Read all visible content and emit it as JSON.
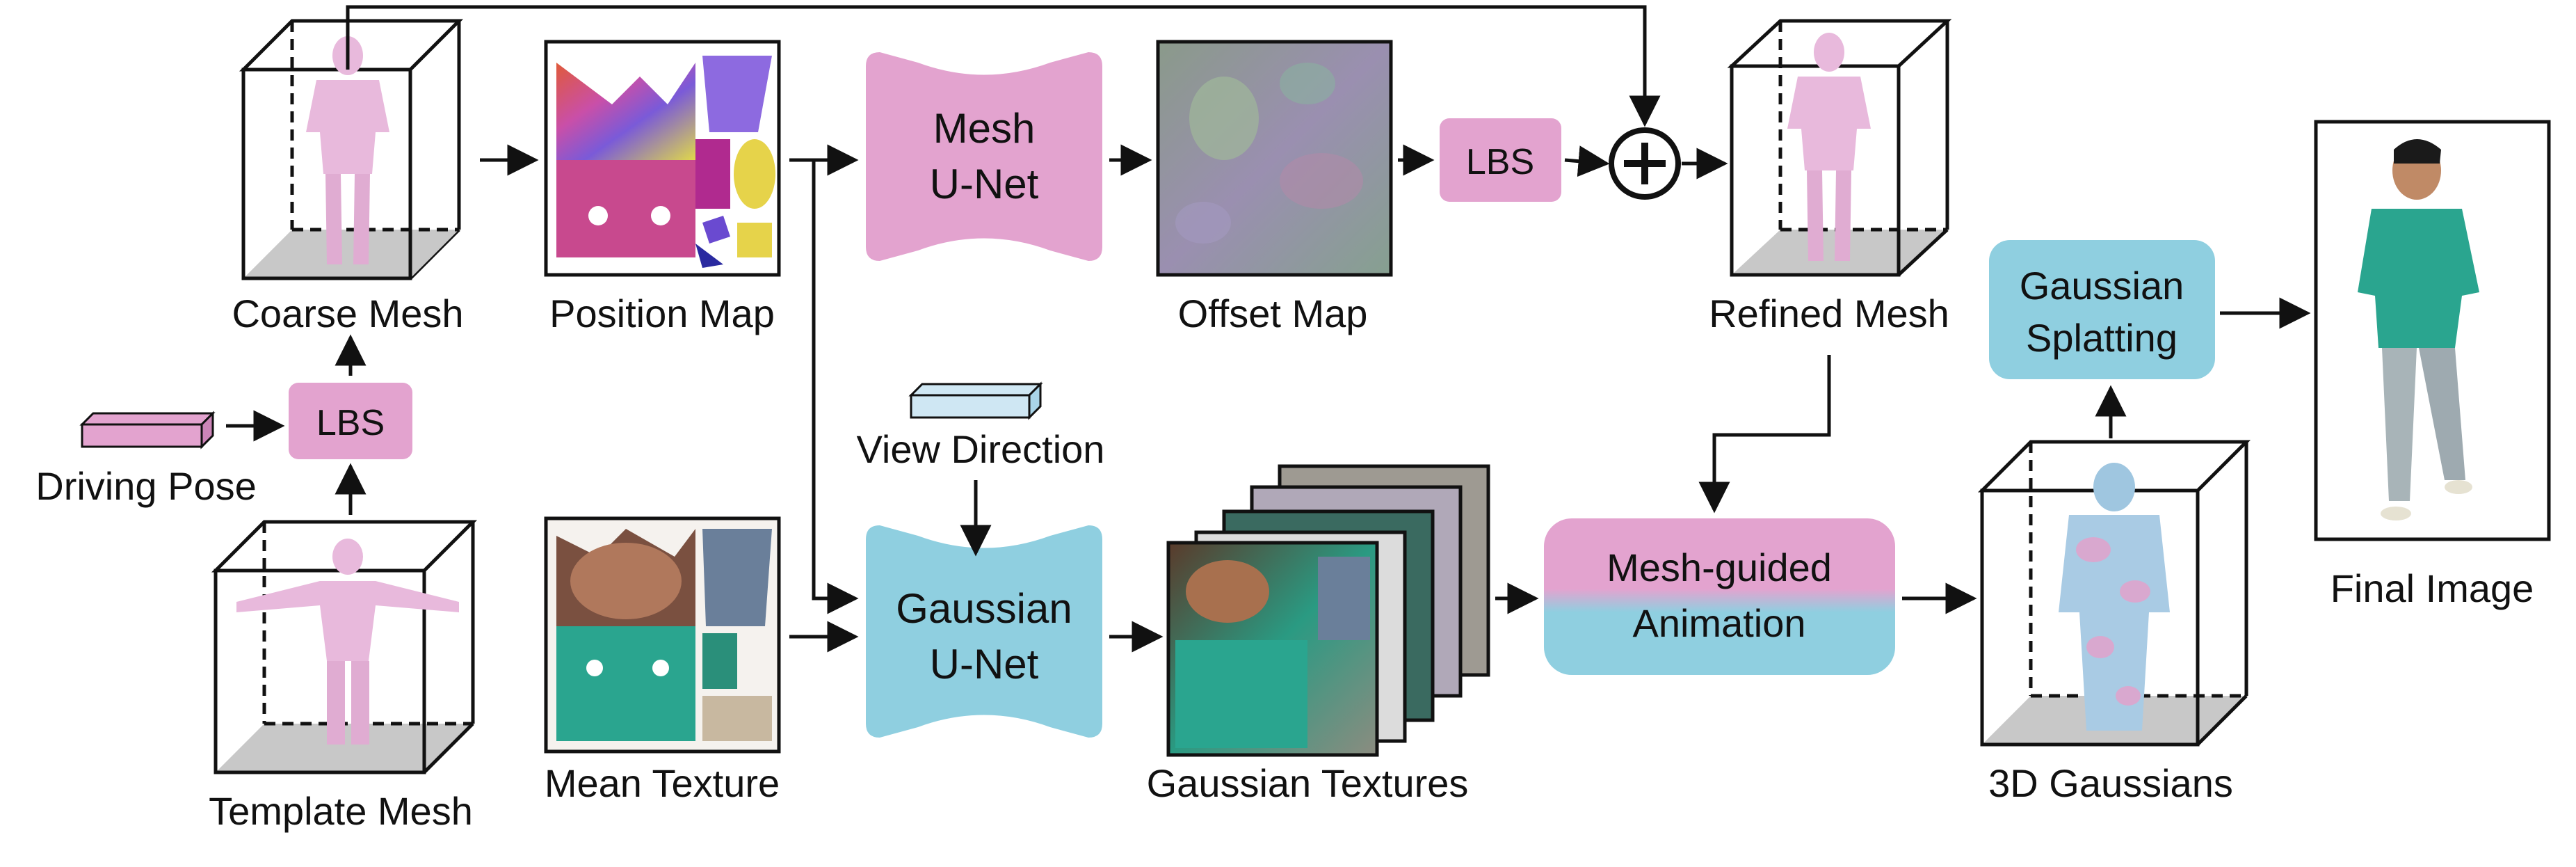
{
  "inputs": {
    "driving_pose": "Driving Pose",
    "template_mesh": "Template Mesh",
    "view_direction": "View Direction"
  },
  "modules": {
    "lbs_bottom": "LBS",
    "lbs_top": "LBS",
    "mesh_unet_line1": "Mesh",
    "mesh_unet_line2": "U-Net",
    "gaussian_unet_line1": "Gaussian",
    "gaussian_unet_line2": "U-Net",
    "mesh_guided_line1": "Mesh-guided",
    "mesh_guided_line2": "Animation",
    "splatting_line1": "Gaussian",
    "splatting_line2": "Splatting"
  },
  "outputs": {
    "coarse_mesh": "Coarse Mesh",
    "position_map": "Position Map",
    "offset_map": "Offset Map",
    "refined_mesh": "Refined Mesh",
    "mean_texture": "Mean Texture",
    "gaussian_textures": "Gaussian Textures",
    "gaussians_3d": "3D Gaussians",
    "final_image": "Final Image"
  },
  "colors": {
    "pink": "#e3a3cf",
    "blue": "#8fcfe0",
    "light_blue": "#cfe7f3",
    "mesh_pink": "#e8b9dc",
    "teal": "#2aa58f"
  }
}
